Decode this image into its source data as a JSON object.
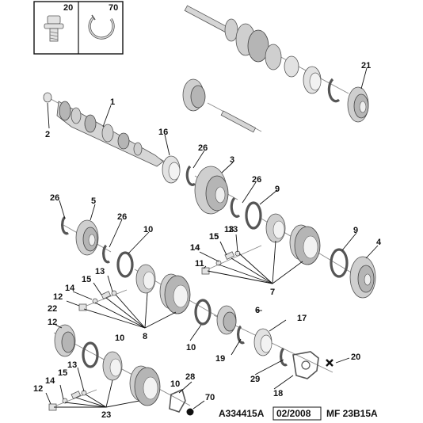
{
  "diagram": {
    "legend_box": {
      "items": [
        "20",
        "70"
      ]
    },
    "callouts": [
      "1",
      "2",
      "3",
      "4",
      "5",
      "6",
      "7",
      "8",
      "9",
      "9",
      "10",
      "10",
      "10",
      "10",
      "11",
      "12",
      "12",
      "12",
      "13",
      "13",
      "13",
      "13",
      "14",
      "14",
      "14",
      "14",
      "15",
      "15",
      "15",
      "15",
      "16",
      "17",
      "18",
      "19",
      "20",
      "21",
      "22",
      "23",
      "26",
      "26",
      "26",
      "26",
      "28",
      "29",
      "70"
    ],
    "footer": {
      "ref_code": "A334415A",
      "date": "02/2008",
      "model": "MF 23B15A"
    }
  }
}
